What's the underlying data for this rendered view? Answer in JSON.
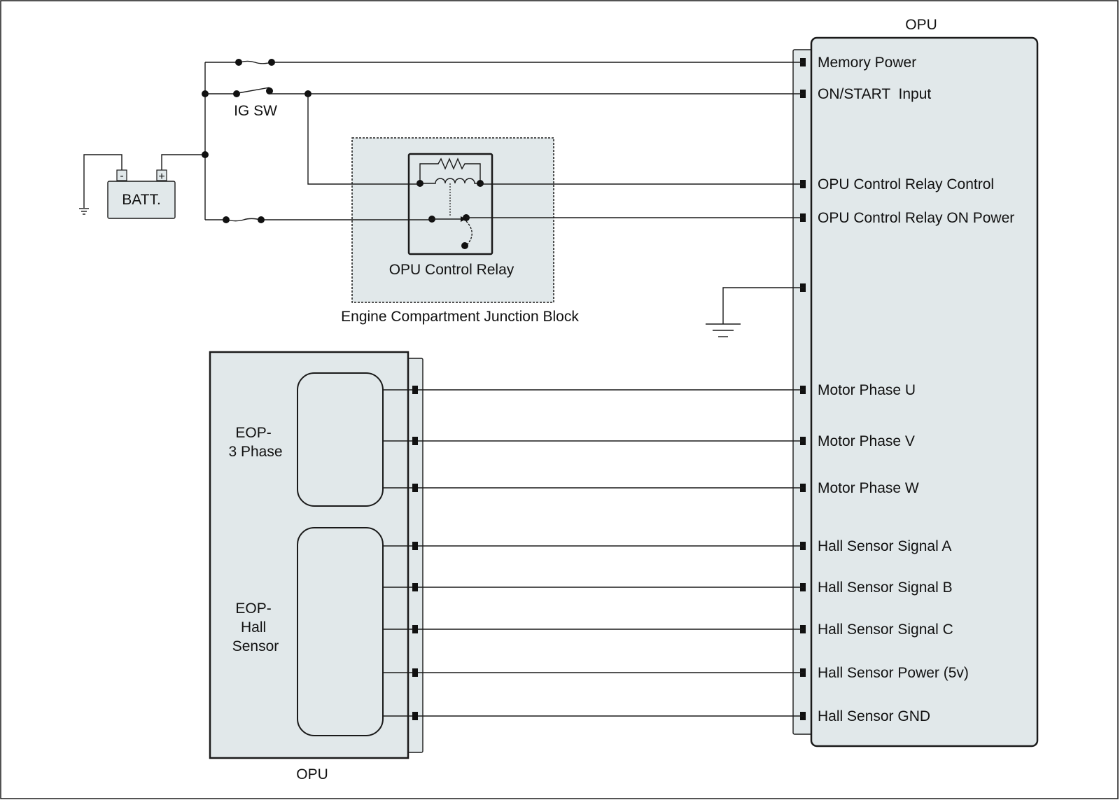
{
  "colors": {
    "module_fill": "#e1e8ea",
    "line": "#1a1a1a",
    "background": "#ffffff"
  },
  "opu_right": {
    "title": "OPU",
    "pins": [
      {
        "label": "Memory Power"
      },
      {
        "label": "ON/START  Input"
      },
      {
        "label": "OPU Control Relay Control"
      },
      {
        "label": "OPU Control Relay ON Power"
      },
      {
        "label": ""
      },
      {
        "label": "Motor Phase U"
      },
      {
        "label": "Motor Phase V"
      },
      {
        "label": "Motor Phase W"
      },
      {
        "label": "Hall Sensor Signal A"
      },
      {
        "label": "Hall Sensor Signal B"
      },
      {
        "label": "Hall Sensor Signal C"
      },
      {
        "label": "Hall Sensor Power (5v)"
      },
      {
        "label": "Hall Sensor GND"
      }
    ]
  },
  "opu_left": {
    "title": "OPU",
    "motor_label": [
      "EOP-",
      "3 Phase"
    ],
    "sensor_label": [
      "EOP-",
      "Hall",
      "Sensor"
    ]
  },
  "battery": {
    "label": "BATT.",
    "neg": "-",
    "pos": "+"
  },
  "ignition": {
    "label": "IG SW"
  },
  "relay": {
    "label": "OPU Control Relay"
  },
  "junction_block": {
    "label": "Engine Compartment Junction Block"
  }
}
